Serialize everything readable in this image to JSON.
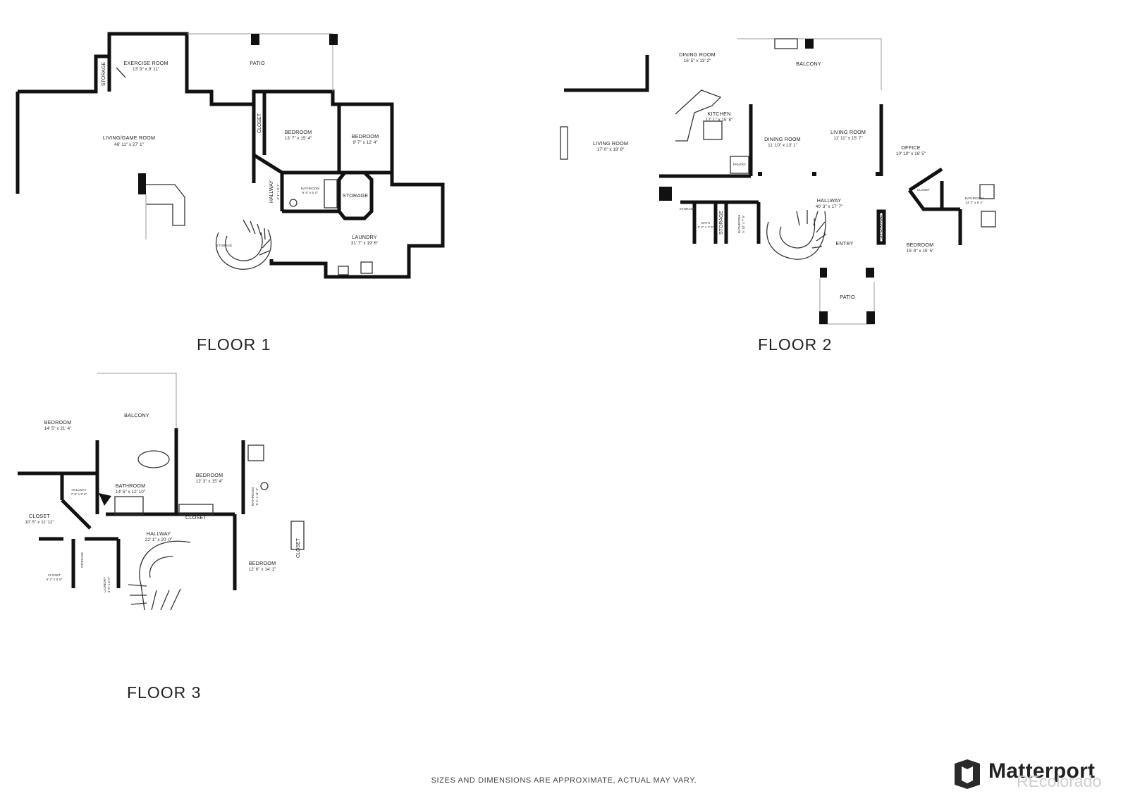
{
  "floors": {
    "floor1": {
      "title": "FLOOR 1",
      "rooms": {
        "exercise": {
          "name": "EXERCISE ROOM",
          "dim": "13' 9\" x 9' 11\""
        },
        "patio": {
          "name": "PATIO"
        },
        "storage_a": {
          "name": "STORAGE"
        },
        "living_game": {
          "name": "LIVING/GAME ROOM",
          "dim": "46' 11\" x 27' 1\""
        },
        "closet": {
          "name": "CLOSET"
        },
        "bedroom_a": {
          "name": "BEDROOM",
          "dim": "13' 7\" x 15' 4\""
        },
        "bedroom_b": {
          "name": "BEDROOM",
          "dim": "9' 7\" x 12' 4\""
        },
        "hallway": {
          "name": "HALLWAY",
          "dim": "5' 1\" x 8' 1\""
        },
        "bathroom": {
          "name": "BATHROOM",
          "dim": "9' 5\" x 5' 0\""
        },
        "storage_b": {
          "name": "STORAGE"
        },
        "storage_c": {
          "name": "STORAGE"
        },
        "laundry": {
          "name": "LAUNDRY",
          "dim": "31' 7\" x 19' 6\""
        }
      }
    },
    "floor2": {
      "title": "FLOOR 2",
      "rooms": {
        "dining_a": {
          "name": "DINING ROOM",
          "dim": "16' 5\" x 13' 2\""
        },
        "balcony": {
          "name": "BALCONY"
        },
        "kitchen": {
          "name": "KITCHEN",
          "dim": "17' 1\" x 15' 8\""
        },
        "living_a": {
          "name": "LIVING ROOM",
          "dim": "17' 0\" x 19' 8\""
        },
        "dining_b": {
          "name": "DINING ROOM",
          "dim": "11' 10\" x 13' 1\""
        },
        "living_b": {
          "name": "LIVING ROOM",
          "dim": "11' 11\" x 15' 7\""
        },
        "office": {
          "name": "OFFICE",
          "dim": "10' 10\" x 16' 5\""
        },
        "pantry": {
          "name": "PANTRY"
        },
        "closet": {
          "name": "CLOSET"
        },
        "bathroom_a": {
          "name": "BATHROOM",
          "dim": "14' 2\" x 8' 4\""
        },
        "hallway": {
          "name": "HALLWAY",
          "dim": "40' 3\" x 17' 7\""
        },
        "storage_a": {
          "name": "STORAGE"
        },
        "bath": {
          "name": "BATH",
          "dim": "6' 2\" x 7' 6\""
        },
        "storage_b": {
          "name": "STORAGE"
        },
        "bathroom_b": {
          "name": "BATHROOM",
          "dim": "5' 10\" x 7' 9\""
        },
        "storage_c": {
          "name": "STORAGE"
        },
        "entry": {
          "name": "ENTRY"
        },
        "bedroom": {
          "name": "BEDROOM",
          "dim": "15' 8\" x 15' 5\""
        },
        "patio": {
          "name": "PATIO"
        }
      }
    },
    "floor3": {
      "title": "FLOOR 3",
      "rooms": {
        "bedroom_a": {
          "name": "BEDROOM",
          "dim": "14' 5\" x 21' 4\""
        },
        "balcony": {
          "name": "BALCONY"
        },
        "bedroom_b": {
          "name": "BEDROOM",
          "dim": "12' 3\" x 15' 4\""
        },
        "bathroom_a": {
          "name": "BATHROOM",
          "dim": "14' 6\" x 12' 10\""
        },
        "hallway_a": {
          "name": "HALLWAY",
          "dim": "7' 6\" x 6' 6\""
        },
        "bathroom_b": {
          "name": "BATHROOM",
          "dim": "8' 2\" x 11' 4\""
        },
        "closet_a": {
          "name": "CLOSET",
          "dim": "10' 5\" x 11' 11\""
        },
        "closet_b": {
          "name": "CLOSET"
        },
        "hallway_b": {
          "name": "HALLWAY",
          "dim": "22' 1\" x 20' 0\""
        },
        "closet_c": {
          "name": "CLOSET"
        },
        "storage": {
          "name": "STORAGE"
        },
        "laundry": {
          "name": "LAUNDRY",
          "dim": "4' 8\" x 6' 5\""
        },
        "closet_d": {
          "name": "CLOSET",
          "dim": "6' 2\" x 8' 8\""
        },
        "bedroom_c": {
          "name": "BEDROOM",
          "dim": "12' 6\" x 14' 1\""
        }
      }
    }
  },
  "footer": {
    "disclaimer": "SIZES AND DIMENSIONS ARE APPROXIMATE, ACTUAL MAY VARY.",
    "brand": "Matterport",
    "brand_icon": "matterport-logo-icon",
    "watermark": "REcolorado"
  }
}
